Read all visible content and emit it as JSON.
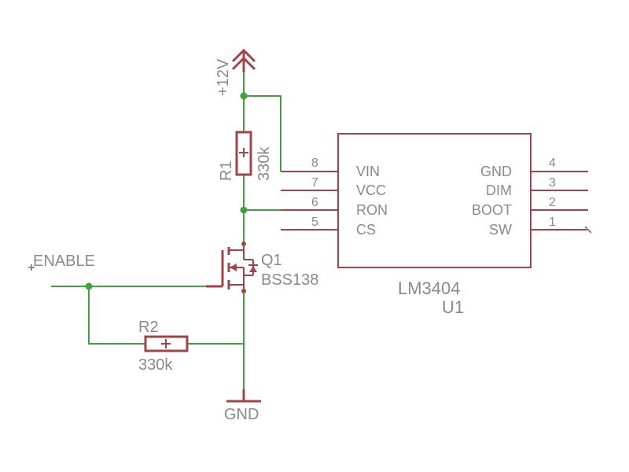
{
  "supply": {
    "label": "+12V"
  },
  "ground": {
    "label": "GND"
  },
  "net_enable": {
    "label": "ENABLE"
  },
  "r1": {
    "name": "R1",
    "value": "330k"
  },
  "r2": {
    "name": "R2",
    "value": "330k"
  },
  "q1": {
    "name": "Q1",
    "part": "BSS138"
  },
  "u1": {
    "part": "LM3404",
    "name": "U1",
    "pins_left": [
      {
        "num": "8",
        "label": "VIN"
      },
      {
        "num": "7",
        "label": "VCC"
      },
      {
        "num": "6",
        "label": "RON"
      },
      {
        "num": "5",
        "label": "CS"
      }
    ],
    "pins_right": [
      {
        "num": "4",
        "label": "GND"
      },
      {
        "num": "3",
        "label": "DIM"
      },
      {
        "num": "2",
        "label": "BOOT"
      },
      {
        "num": "1",
        "label": "SW"
      }
    ]
  },
  "colors": {
    "wire": "#3fa23f",
    "part": "#a0444a",
    "text": "#8a8a8a"
  }
}
